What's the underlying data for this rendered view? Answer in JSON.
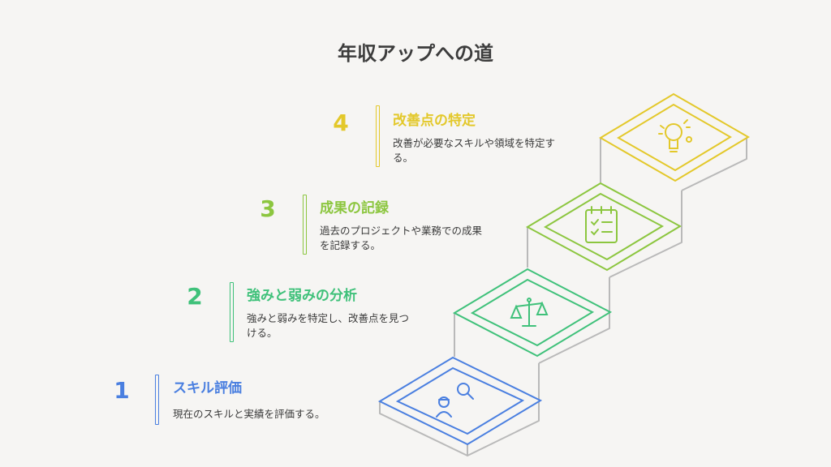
{
  "title": "年収アップへの道",
  "steps": [
    {
      "number": "1",
      "heading": "スキル評価",
      "description": "現在のスキルと実績を評価する。",
      "color": "#4a7fe0",
      "icon": "person-search-icon"
    },
    {
      "number": "2",
      "heading": "強みと弱みの分析",
      "description": "強みと弱みを特定し、改善点を見つける。",
      "color": "#3fc17a",
      "icon": "balance-scale-icon"
    },
    {
      "number": "3",
      "heading": "成果の記録",
      "description": "過去のプロジェクトや業務での成果を記録する。",
      "color": "#8cc63f",
      "icon": "checklist-icon"
    },
    {
      "number": "4",
      "heading": "改善点の特定",
      "description": "改善が必要なスキルや領域を特定する。",
      "color": "#e3c82a",
      "icon": "lightbulb-icon"
    }
  ]
}
